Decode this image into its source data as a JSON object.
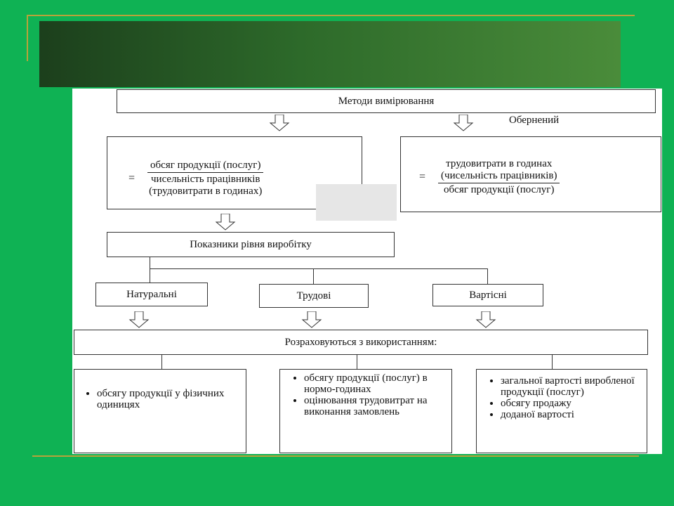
{
  "top_box": "Методи вимірювання",
  "reverse_label": "Обернений",
  "direct_formula": {
    "eq": "=",
    "numerator": "обсяг продукції (послуг)",
    "denominator_1": "чисельність працівників",
    "denominator_2": "(трудовитрати в годинах)"
  },
  "reverse_formula": {
    "eq": "=",
    "numerator_1": "трудовитрати в годинах",
    "numerator_2": "(чисельність працівників)",
    "denominator": "обсяг продукції (послуг)"
  },
  "indicators_box": "Показники рівня виробітку",
  "categories": [
    "Натуральні",
    "Трудові",
    "Вартісні"
  ],
  "calculated_box": "Розраховуються з використанням:",
  "details": [
    [
      "обсягу продукції у фізичних одиницях"
    ],
    [
      "обсягу продукції (послуг) в нормо-годинах",
      "оцінювання трудовитрат на виконання замовлень"
    ],
    [
      "загальної вартості виробленої продукції (послуг)",
      "обсягу продажу",
      "доданої вартості"
    ]
  ]
}
